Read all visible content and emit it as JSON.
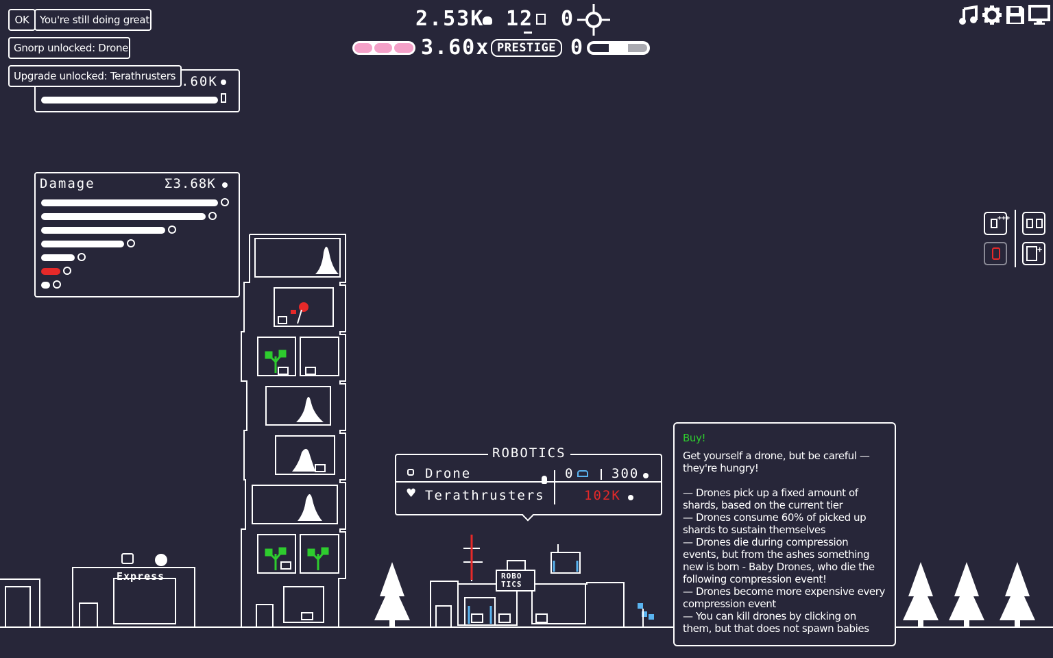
{
  "toasts": {
    "ok_label": "OK",
    "message_1": "You're still doing great.",
    "message_2": "Gnorp unlocked: Drone",
    "message_3": "Upgrade unlocked: Terathrusters"
  },
  "hud": {
    "shards": "2.53K",
    "gnorps": "12",
    "aux_count": "0",
    "multiplier": "3.60x",
    "prestige_label": "PRESTIGE",
    "prestige_count": "0",
    "prestige_progress": 0.6
  },
  "top_panel": {
    "value_partial": ".60K",
    "bar_fill": 1.0
  },
  "damage_panel": {
    "title": "Damage",
    "total": "Σ3.68K",
    "bars": [
      {
        "icon": "rocket-icon",
        "fill": 1.0,
        "color": "#ffffff"
      },
      {
        "icon": "target-icon",
        "fill": 0.93,
        "color": "#ffffff"
      },
      {
        "icon": "arrow-icon",
        "fill": 0.7,
        "color": "#ffffff"
      },
      {
        "icon": "droplet-icon",
        "fill": 0.47,
        "color": "#ffffff"
      },
      {
        "icon": "drone-icon",
        "fill": 0.19,
        "color": "#ffffff"
      },
      {
        "icon": "chomper-icon",
        "fill": 0.11,
        "color": "#e62929"
      },
      {
        "icon": "bomb-icon",
        "fill": 0.05,
        "color": "#ffffff"
      }
    ]
  },
  "robotics": {
    "title": "ROBOTICS",
    "rows": [
      {
        "name": "Drone",
        "owned": "0",
        "cost": "300",
        "cost_color": "#ffffff"
      },
      {
        "name": "Terathrusters",
        "owned": "",
        "cost": "102K",
        "cost_color": "#e62929"
      }
    ]
  },
  "tooltip": {
    "header": "Buy!",
    "header_color": "#2ecc2e",
    "intro": "Get yourself a drone, but be careful — they're hungry!",
    "bullets": [
      "— Drones pick up a fixed amount of shards, based on the current tier",
      "— Drones consume 60% of picked up shards to sustain themselves",
      "— Drones die during compression events, but from the ashes something new is born - Baby Drones, who die the following compression event!",
      "— Drones become more expensive every compression event",
      "— You can kill drones by clicking on them, but that does not spawn babies"
    ]
  },
  "buildings": {
    "express_sign": "Express",
    "robotics_sign_line1": "ROBO",
    "robotics_sign_line2": "TICS"
  },
  "top_icons": [
    "music-icon",
    "gear-icon",
    "save-icon",
    "monitor-icon"
  ],
  "side_icons": [
    "add-gnorp-icon",
    "swap-icon",
    "alert-icon",
    "building-add-icon"
  ],
  "colors": {
    "background": "#272639",
    "accent_red": "#e62929",
    "accent_pink": "#f4a0c8",
    "accent_green": "#2ecc2e",
    "accent_blue": "#5ab4f0"
  }
}
